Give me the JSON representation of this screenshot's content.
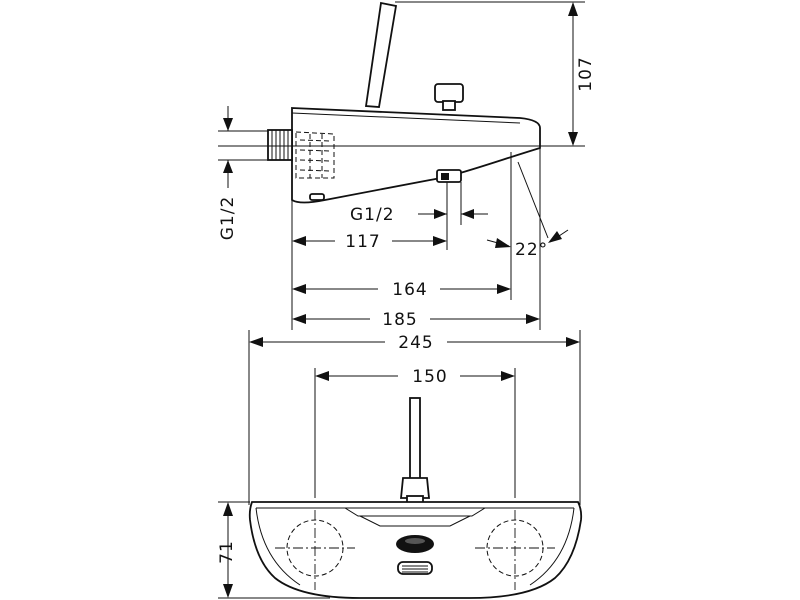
{
  "dimensions": {
    "height_107": "107",
    "thread_left": "G1/2",
    "thread_bottom": "G1/2",
    "length_117": "117",
    "angle_22": "22°",
    "length_164": "164",
    "length_185": "185",
    "width_245": "245",
    "centers_150": "150",
    "depth_71": "71"
  }
}
